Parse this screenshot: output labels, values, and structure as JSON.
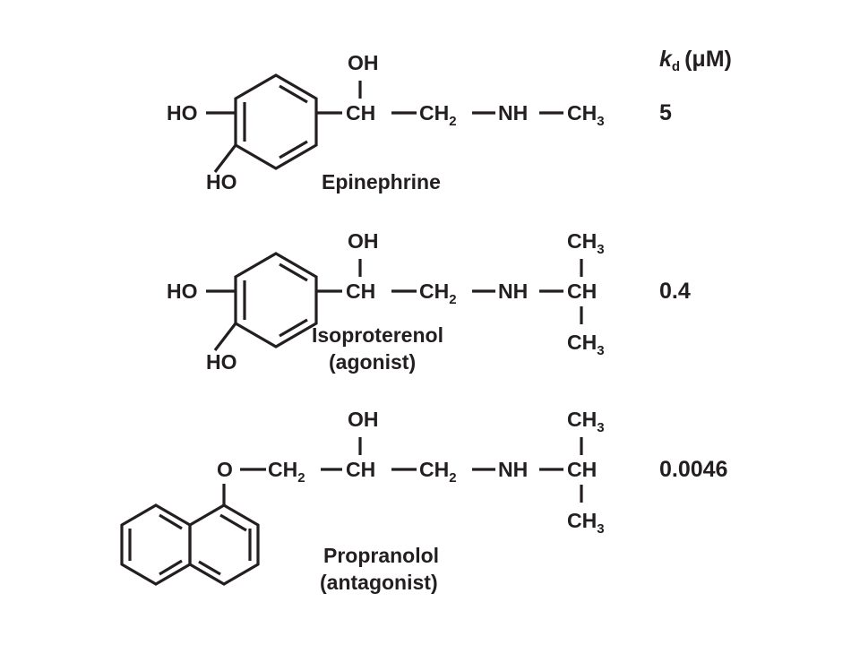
{
  "header": {
    "kd_symbol": "k",
    "kd_subscript": "d",
    "kd_unit": "(μM)"
  },
  "molecules": [
    {
      "name": "Epinephrine",
      "role": "",
      "kd": "5",
      "groups": {
        "ho1": "HO",
        "ho2": "HO",
        "oh": "OH",
        "ch": "CH",
        "ch2": "CH",
        "ch2_sub": "2",
        "nh": "NH",
        "ch3": "CH",
        "ch3_sub": "3"
      }
    },
    {
      "name": "Isoproterenol",
      "role": "(agonist)",
      "kd": "0.4",
      "groups": {
        "ho1": "HO",
        "ho2": "HO",
        "oh": "OH",
        "ch": "CH",
        "ch2": "CH",
        "ch2_sub": "2",
        "nh": "NH",
        "ch_iso": "CH",
        "ch3_top": "CH",
        "ch3_top_sub": "3",
        "ch3_bot": "CH",
        "ch3_bot_sub": "3"
      }
    },
    {
      "name": "Propranolol",
      "role": "(antagonist)",
      "kd": "0.0046",
      "groups": {
        "o": "O",
        "ch2a": "CH",
        "ch2a_sub": "2",
        "oh": "OH",
        "ch": "CH",
        "ch2b": "CH",
        "ch2b_sub": "2",
        "nh": "NH",
        "ch_iso": "CH",
        "ch3_top": "CH",
        "ch3_top_sub": "3",
        "ch3_bot": "CH",
        "ch3_bot_sub": "3"
      }
    }
  ]
}
